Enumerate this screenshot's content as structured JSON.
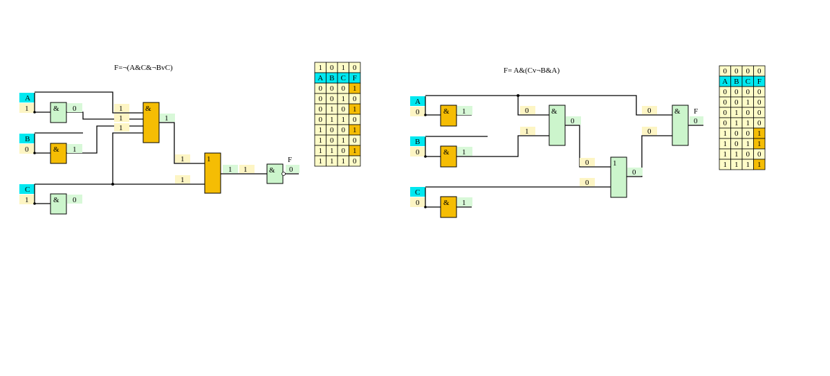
{
  "circuit1": {
    "title": "F=¬(A&C&¬BvC)",
    "inputs": [
      {
        "name": "A",
        "value": "1"
      },
      {
        "name": "B",
        "value": "0"
      },
      {
        "name": "C",
        "value": "1"
      }
    ],
    "gate_symbols": {
      "and": "&",
      "or": "1"
    },
    "not_outputs": [
      "0",
      "1",
      "0"
    ],
    "and3_inputs": [
      "1",
      "1",
      "1"
    ],
    "and3_output": "1",
    "or_inputs": [
      "1",
      "1"
    ],
    "or_output": "1",
    "final_input": "1",
    "output_name": "F",
    "output_value": "0",
    "truth_table": {
      "current": [
        "1",
        "0",
        "1",
        "0"
      ],
      "headers": [
        "A",
        "B",
        "C",
        "F"
      ],
      "rows": [
        [
          "0",
          "0",
          "0",
          "1"
        ],
        [
          "0",
          "0",
          "1",
          "0"
        ],
        [
          "0",
          "1",
          "0",
          "1"
        ],
        [
          "0",
          "1",
          "1",
          "0"
        ],
        [
          "1",
          "0",
          "0",
          "1"
        ],
        [
          "1",
          "0",
          "1",
          "0"
        ],
        [
          "1",
          "1",
          "0",
          "1"
        ],
        [
          "1",
          "1",
          "1",
          "0"
        ]
      ]
    }
  },
  "circuit2": {
    "title": "F= A&(Cv¬B&A)",
    "inputs": [
      {
        "name": "A",
        "value": "0"
      },
      {
        "name": "B",
        "value": "0"
      },
      {
        "name": "C",
        "value": "0"
      }
    ],
    "gate_symbols": {
      "and": "&",
      "or": "1"
    },
    "not_outputs": [
      "1",
      "1",
      "1"
    ],
    "and1_inputs": [
      "0",
      "1"
    ],
    "and1_output": "0",
    "or_inputs": [
      "0",
      "0"
    ],
    "or_output": "0",
    "final_inputs": [
      "0",
      "0"
    ],
    "output_name": "F",
    "output_value": "0",
    "truth_table": {
      "current": [
        "0",
        "0",
        "0",
        "0"
      ],
      "headers": [
        "A",
        "B",
        "C",
        "F"
      ],
      "rows": [
        [
          "0",
          "0",
          "0",
          "0"
        ],
        [
          "0",
          "0",
          "1",
          "0"
        ],
        [
          "0",
          "1",
          "0",
          "0"
        ],
        [
          "0",
          "1",
          "1",
          "0"
        ],
        [
          "1",
          "0",
          "0",
          "1"
        ],
        [
          "1",
          "0",
          "1",
          "1"
        ],
        [
          "1",
          "1",
          "0",
          "0"
        ],
        [
          "1",
          "1",
          "1",
          "1"
        ]
      ]
    }
  }
}
